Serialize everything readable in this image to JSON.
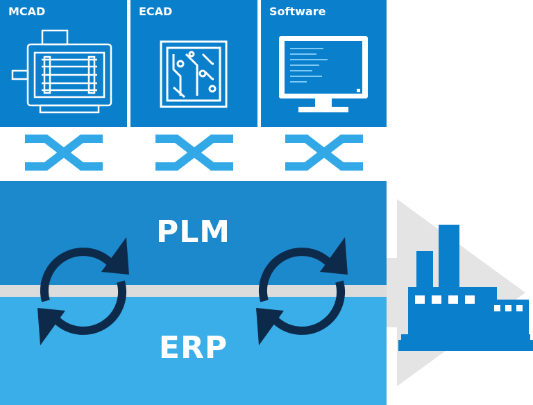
{
  "tiles": [
    {
      "title": "MCAD",
      "icon": "motor-icon"
    },
    {
      "title": "ECAD",
      "icon": "circuit-board-icon"
    },
    {
      "title": "Software",
      "icon": "monitor-icon"
    }
  ],
  "connectors": [
    "exchange-icon",
    "exchange-icon",
    "exchange-icon"
  ],
  "plm": {
    "label": "PLM"
  },
  "erp": {
    "label": "ERP"
  },
  "sync_icons": [
    "sync-icon",
    "sync-icon"
  ],
  "factory": {
    "icon": "factory-icon"
  },
  "colors": {
    "tile_blue": "#0a7fcb",
    "plm_blue": "#1d89cd",
    "erp_blue": "#3aaee8",
    "connector_blue": "#33a8e6",
    "sync_navy": "#0d2a4a",
    "factory_blue": "#0a7fcb",
    "arrow_gray": "#e4e4e4"
  }
}
